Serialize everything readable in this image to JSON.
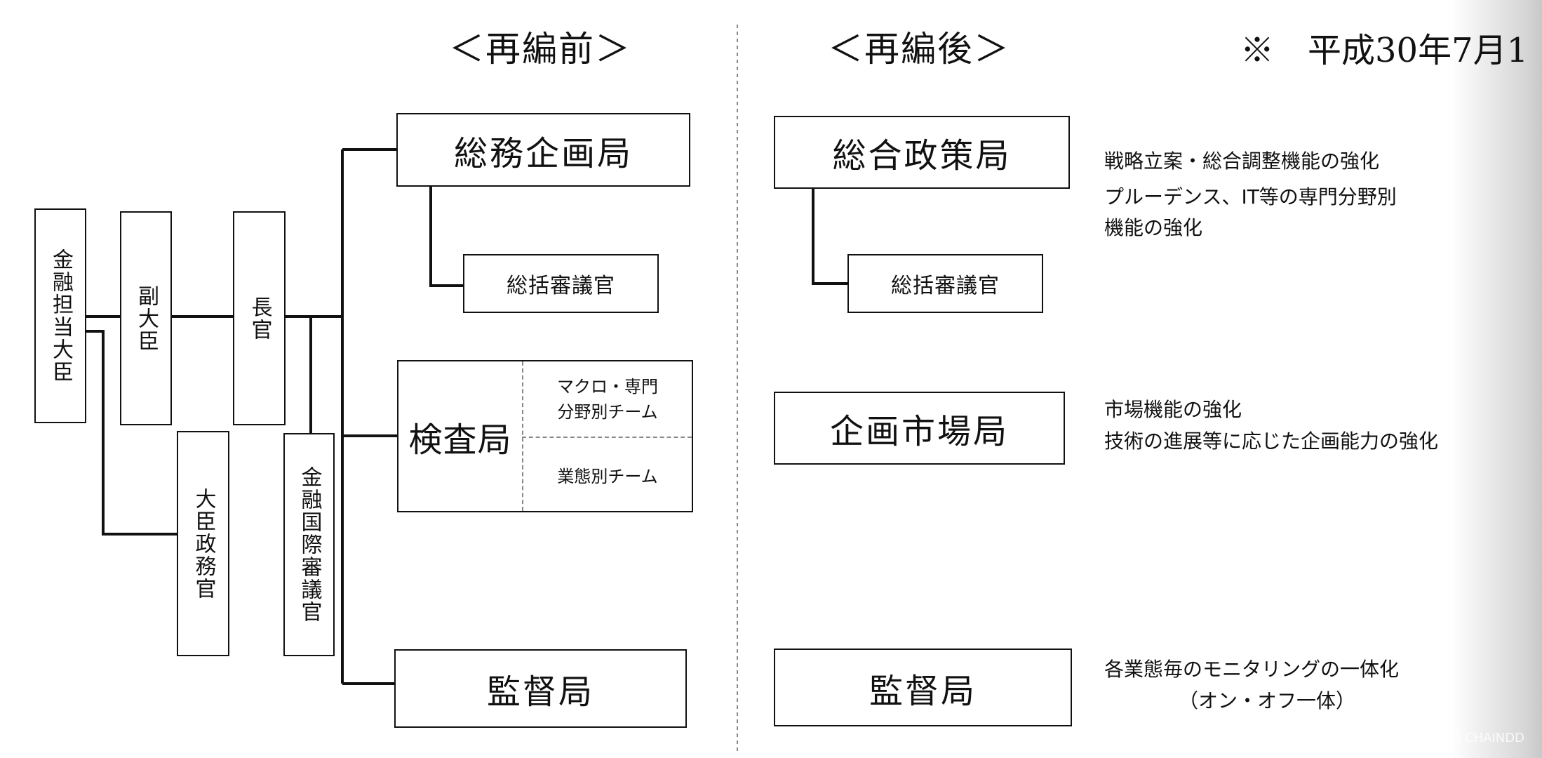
{
  "headings": {
    "before": "＜再編前＞",
    "after": "＜再編後＞",
    "date_note": "※　平成30年7月1"
  },
  "before": {
    "minister": "金融担当大臣",
    "vice_minister": "副大臣",
    "commissioner": "長官",
    "parliamentary_secretary": "大臣政務官",
    "vice_minister_intl": "金融国際審議官",
    "planning_bureau": "総務企画局",
    "councillor": "総括審議官",
    "inspection_bureau": "検査局",
    "inspection_team_macro": "マクロ・専門\n分野別チーム",
    "inspection_team_sector": "業態別チーム",
    "supervisory_bureau": "監督局"
  },
  "after": {
    "policy_bureau": "総合政策局",
    "councillor": "総括審議官",
    "markets_bureau": "企画市場局",
    "supervisory_bureau": "監督局"
  },
  "descriptions": {
    "policy_1": "戦略立案・総合調整機能の強化",
    "policy_2": "プルーデンス、IT等の専門分野別",
    "policy_3": "機能の強化",
    "markets_1": "市場機能の強化",
    "markets_2": "技術の進展等に応じた企画能力の強化",
    "supervisory_1": "各業態毎のモニタリングの一体化",
    "supervisory_2": "（オン・オフ一体）"
  },
  "watermark": "CHAINDD"
}
